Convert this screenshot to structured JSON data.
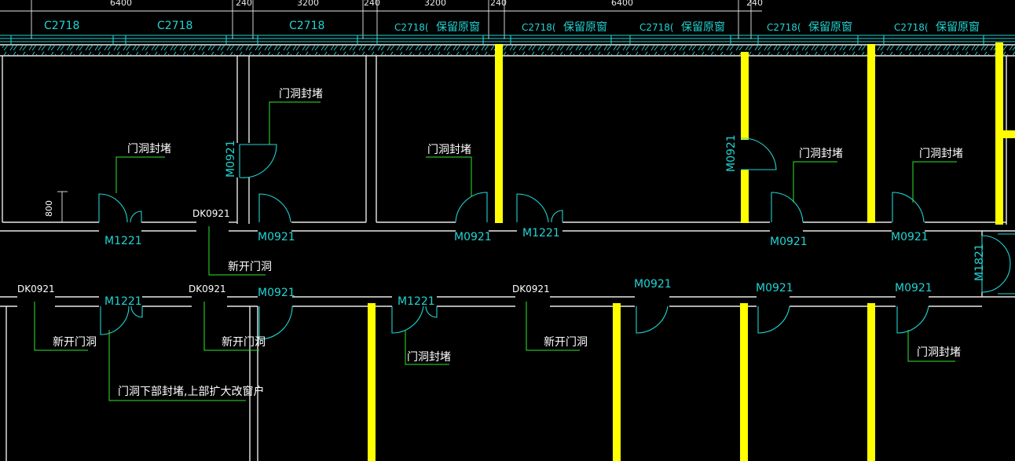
{
  "colors": {
    "background": "#000000",
    "wall": "#e8e8e8",
    "window_door": "#21d4d4",
    "leader": "#2ee62e",
    "new_wall": "#ffff00",
    "label_white": "#ffffff"
  },
  "dimensions": {
    "top": [
      "6400",
      "240",
      "3200",
      "240",
      "3200",
      "240",
      "6400",
      "240"
    ]
  },
  "windows": {
    "c2718": "C2718",
    "c2718_partial": "C2718(",
    "keep_original": "保留原窗"
  },
  "doors": {
    "m0921": "M0921",
    "m1221": "M1221",
    "m1821": "M1821",
    "dk0921": "DK0921"
  },
  "notes": {
    "seal_opening": "门洞封堵",
    "new_opening": "新开门洞",
    "seal_lower_enlarge_window": "门洞下部封堵,上部扩大改窗户",
    "height_800": "800"
  }
}
